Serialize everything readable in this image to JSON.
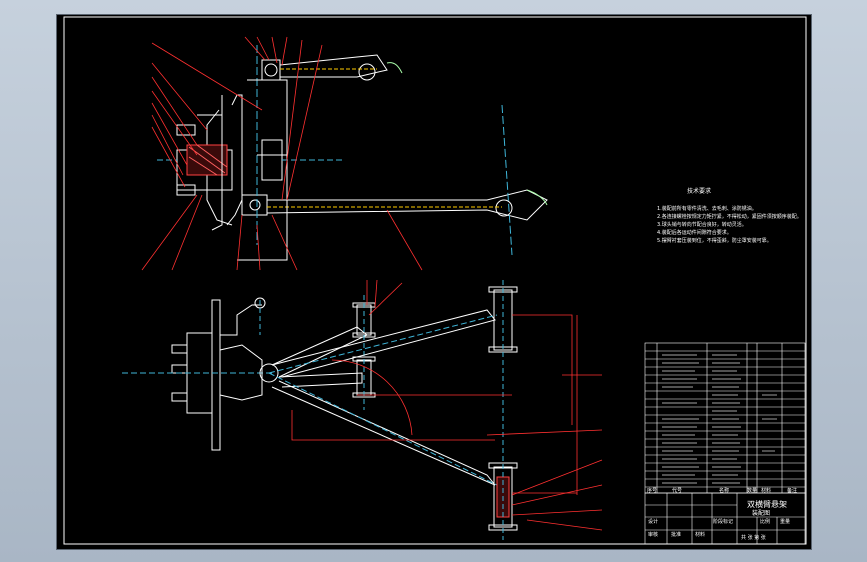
{
  "app": {
    "background_color": "#b7c3d0",
    "canvas_color": "#000000"
  },
  "drawing": {
    "tech_requirements_title": "技术要求",
    "tech_requirements": [
      "1.装配前所有零件清洗、去毛刺、涂防锈油。",
      "2.各连接螺栓按规定力矩拧紧，不得松动，紧固件须按顺序装配。",
      "3.球头销与转向节配合良好，转动灵活。",
      "4.装配后各运动件间隙符合要求。",
      "5.摆臂衬套压装到位，不得歪斜，防尘罩安装可靠。"
    ],
    "title_block": {
      "title_line1": "双横臂悬架",
      "title_line2": "装配图",
      "label_design": "设计",
      "label_check": "审核",
      "label_approve": "批准",
      "label_scale": "比例",
      "label_weight": "重量",
      "label_sheet": "共 张 第 张",
      "label_stage": "阶段标记",
      "label_material": "材料"
    },
    "bom_headers": [
      "序号",
      "代号",
      "名称",
      "数量",
      "材料",
      "备注"
    ]
  }
}
